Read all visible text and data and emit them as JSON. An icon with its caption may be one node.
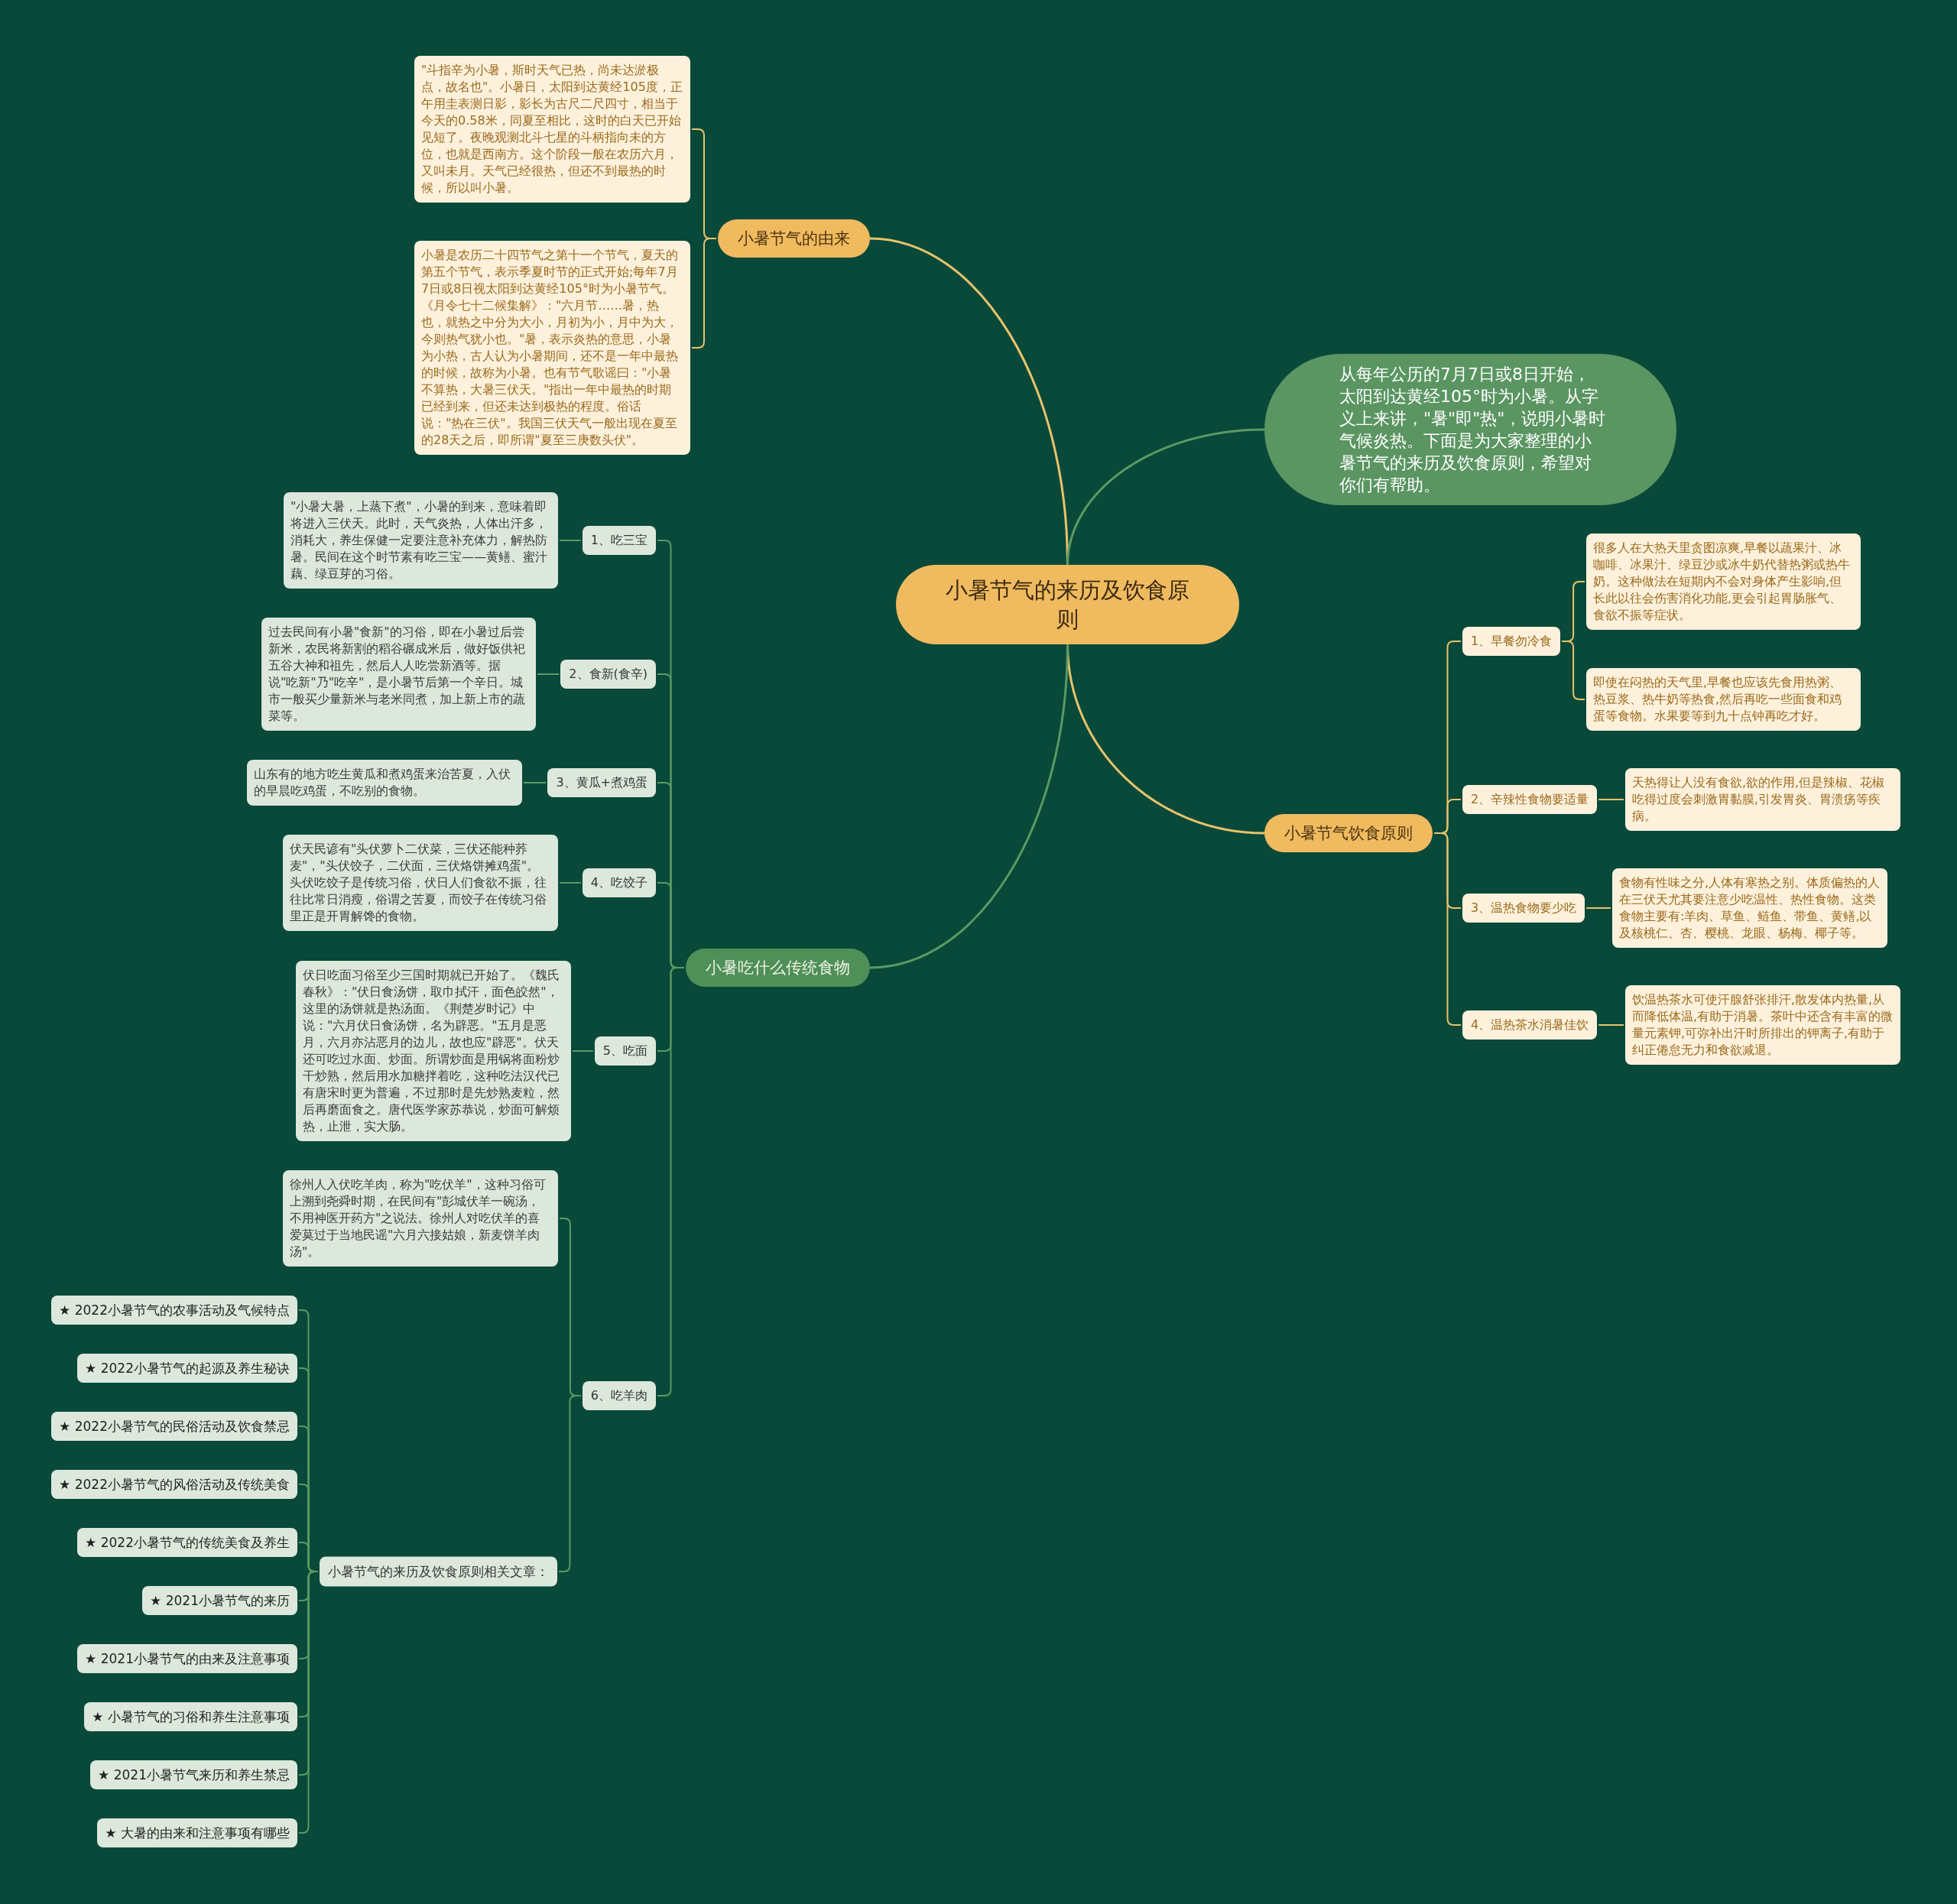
{
  "diagram": {
    "nodes": [
      {
        "text": [
          "小暑节气的来历及饮食原则"
        ]
      },
      {
        "text": [
          "小暑节气的由来"
        ]
      },
      {
        "text": [
          "\"斗指辛为小暑，斯时天气已热，尚未达淤极点，故名也\"。小暑日，太阳到达黄经105度，正午用圭表测日影，影长为古尺二尺四寸，相当于今天的0.58米，同夏至相比，这时的白天已开始见短了。夜晚观测北斗七星的斗柄指向未的方位，也就是西南方。这个阶段一般在农历六月，又叫未月。天气已经很热，但还不到最热的时候，所以叫小暑。"
        ]
      },
      {
        "text": [
          "小暑是农历二十四节气之第十一个节气，夏天的第五个节气，表示季夏时节的正式开始;每年7月7日或8日视太阳到达黄经105°时为小暑节气。《月令七十二候集解》：\"六月节……暑，热也，就热之中分为大小，月初为小，月中为大，今则热气犹小也。\"暑，表示炎热的意思，小暑为小热，古人认为小暑期间，还不是一年中最热的时候，故称为小暑。也有节气歌谣曰：\"小暑不算热，大暑三伏天。\"指出一年中最热的时期已经到来，但还未达到极热的程度。俗话说：\"热在三伏\"。我国三伏天气一般出现在夏至的28天之后，即所谓\"夏至三庚数头伏\"。"
        ]
      },
      {
        "text": [
          "从每年公历的7月7日或8日开始，太阳到达黄经105°时为小暑。从字义上来讲，\"暑\"即\"热\"，说明小暑时气候炎热。下面是为大家整理的小暑节气的来历及饮食原则，希望对你们有帮助。"
        ]
      },
      {
        "text": [
          "小暑节气饮食原则"
        ]
      },
      {
        "text": [
          "1、早餐勿冷食"
        ]
      },
      {
        "text": [
          "很多人在大热天里贪图凉爽,早餐以蔬果汁、冰咖啡、冰果汁、绿豆沙或冰牛奶代替热粥或热牛奶。这种做法在短期内不会对身体产生影响,但长此以往会伤害消化功能,更会引起胃肠胀气、食欲不振等症状。"
        ]
      },
      {
        "text": [
          "即使在闷热的天气里,早餐也应该先食用热粥、热豆浆、热牛奶等热食,然后再吃一些面食和鸡蛋等食物。水果要等到九十点钟再吃才好。"
        ]
      },
      {
        "text": [
          "2、辛辣性食物要适量"
        ]
      },
      {
        "text": [
          "天热得让人没有食欲,欲的作用,但是辣椒、花椒吃得过度会刺激胃黏膜,引发胃炎、胃溃疡等疾病。"
        ]
      },
      {
        "text": [
          "3、温热食物要少吃"
        ]
      },
      {
        "text": [
          "食物有性味之分,人体有寒热之别。体质偏热的人在三伏天尤其要注意少吃温性、热性食物。这类食物主要有:羊肉、草鱼、鲢鱼、带鱼、黄鳝,以及核桃仁、杏、樱桃、龙眼、杨梅、椰子等。"
        ]
      },
      {
        "text": [
          "4、温热茶水消暑佳饮"
        ]
      },
      {
        "text": [
          "饮温热茶水可使汗腺舒张排汗,散发体内热量,从而降低体温,有助于消暑。茶叶中还含有丰富的微量元素钾,可弥补出汗时所排出的钾离子,有助于纠正倦怠无力和食欲减退。"
        ]
      },
      {
        "text": [
          "小暑吃什么传统食物"
        ]
      },
      {
        "text": [
          "1、吃三宝"
        ]
      },
      {
        "text": [
          "\"小暑大暑，上蒸下煮\"，小暑的到来，意味着即将进入三伏天。此时，天气炎热，人体出汗多，消耗大，养生保健一定要注意补充体力，解热防暑。民间在这个时节素有吃三宝——黄鳝、蜜汁藕、绿豆芽的习俗。"
        ]
      },
      {
        "text": [
          "2、食新(食辛)"
        ]
      },
      {
        "text": [
          "过去民间有小暑\"食新\"的习俗，即在小暑过后尝新米，农民将新割的稻谷碾成米后，做好饭供祀五谷大神和祖先，然后人人吃尝新酒等。据说\"吃新\"乃\"吃辛\"，是小暑节后第一个辛日。城市一般买少量新米与老米同煮，加上新上市的蔬菜等。"
        ]
      },
      {
        "text": [
          "3、黄瓜+煮鸡蛋"
        ]
      },
      {
        "text": [
          "山东有的地方吃生黄瓜和煮鸡蛋来治苦夏，入伏的早晨吃鸡蛋，不吃别的食物。"
        ]
      },
      {
        "text": [
          "4、吃饺子"
        ]
      },
      {
        "text": [
          "伏天民谚有\"头伏萝卜二伏菜，三伏还能种荞麦\"，\"头伏饺子，二伏面，三伏烙饼摊鸡蛋\"。头伏吃饺子是传统习俗，伏日人们食欲不振，往往比常日消瘦，俗谓之苦夏，而饺子在传统习俗里正是开胃解馋的食物。"
        ]
      },
      {
        "text": [
          "5、吃面"
        ]
      },
      {
        "text": [
          "伏日吃面习俗至少三国时期就已开始了。《魏氏春秋》：\"伏日食汤饼，取巾拭汗，面色皎然\"，这里的汤饼就是热汤面。《荆楚岁时记》中说：\"六月伏日食汤饼，名为辟恶。\"五月是恶月，六月亦沾恶月的边儿，故也应\"辟恶\"。伏天还可吃过水面、炒面。所谓炒面是用锅将面粉炒干炒熟，然后用水加糖拌着吃，这种吃法汉代已有唐宋时更为普遍，不过那时是先炒熟麦粒，然后再磨面食之。唐代医学家苏恭说，炒面可解烦热，止泄，实大肠。"
        ]
      },
      {
        "text": [
          "6、吃羊肉"
        ]
      },
      {
        "text": [
          "徐州人入伏吃羊肉，称为\"吃伏羊\"，这种习俗可上溯到尧舜时期，在民间有\"彭城伏羊一碗汤，不用神医开药方\"之说法。徐州人对吃伏羊的喜爱莫过于当地民谣\"六月六接姑娘，新麦饼羊肉汤\"。"
        ]
      },
      {
        "text": [
          "小暑节气的来历及饮食原则相关文章："
        ]
      },
      {
        "text": [
          "★ 2022小暑节气的农事活动及气候特点"
        ]
      },
      {
        "text": [
          "★ 2022小暑节气的起源及养生秘诀"
        ]
      },
      {
        "text": [
          "★ 2022小暑节气的民俗活动及饮食禁忌"
        ]
      },
      {
        "text": [
          "★ 2022小暑节气的风俗活动及传统美食"
        ]
      },
      {
        "text": [
          "★ 2022小暑节气的传统美食及养生"
        ]
      },
      {
        "text": [
          "★ 2021小暑节气的来历"
        ]
      },
      {
        "text": [
          "★ 2021小暑节气的由来及注意事项"
        ]
      },
      {
        "text": [
          "★ 小暑节气的习俗和养生注意事项"
        ]
      },
      {
        "text": [
          "★ 2021小暑节气来历和养生禁忌"
        ]
      },
      {
        "text": [
          "★ 大暑的由来和注意事项有哪些"
        ]
      }
    ],
    "edges": [
      {
        "from": 0,
        "to": 1,
        "arrow": "none",
        "color": "#e8c36b"
      },
      {
        "from": 1,
        "to": 2,
        "arrow": "none",
        "color": "#e8c36b"
      },
      {
        "from": 1,
        "to": 3,
        "arrow": "none",
        "color": "#e8c36b"
      },
      {
        "from": 0,
        "to": 4,
        "arrow": "none"
      },
      {
        "from": 0,
        "to": 5,
        "arrow": "none",
        "color": "#e8c36b"
      },
      {
        "from": 5,
        "to": 6,
        "arrow": "none",
        "color": "#e8c36b"
      },
      {
        "from": 6,
        "to": 7,
        "arrow": "none",
        "color": "#e8c36b"
      },
      {
        "from": 6,
        "to": 8,
        "arrow": "none",
        "color": "#e8c36b"
      },
      {
        "from": 5,
        "to": 9,
        "arrow": "none",
        "color": "#e8c36b"
      },
      {
        "from": 9,
        "to": 10,
        "arrow": "none",
        "color": "#e8c36b"
      },
      {
        "from": 5,
        "to": 11,
        "arrow": "none",
        "color": "#e8c36b"
      },
      {
        "from": 11,
        "to": 12,
        "arrow": "none",
        "color": "#e8c36b"
      },
      {
        "from": 5,
        "to": 13,
        "arrow": "none",
        "color": "#e8c36b"
      },
      {
        "from": 13,
        "to": 14,
        "arrow": "none",
        "color": "#e8c36b"
      },
      {
        "from": 0,
        "to": 15,
        "arrow": "none"
      },
      {
        "from": 15,
        "to": 16,
        "arrow": "none"
      },
      {
        "from": 16,
        "to": 17,
        "arrow": "none"
      },
      {
        "from": 15,
        "to": 18,
        "arrow": "none"
      },
      {
        "from": 18,
        "to": 19,
        "arrow": "none"
      },
      {
        "from": 15,
        "to": 20,
        "arrow": "none"
      },
      {
        "from": 20,
        "to": 21,
        "arrow": "none"
      },
      {
        "from": 15,
        "to": 22,
        "arrow": "none"
      },
      {
        "from": 22,
        "to": 23,
        "arrow": "none"
      },
      {
        "from": 15,
        "to": 24,
        "arrow": "none"
      },
      {
        "from": 24,
        "to": 25,
        "arrow": "none"
      },
      {
        "from": 15,
        "to": 26,
        "arrow": "none"
      },
      {
        "from": 26,
        "to": 27,
        "arrow": "none"
      },
      {
        "from": 26,
        "to": 28,
        "arrow": "none"
      },
      {
        "from": 28,
        "to": 29,
        "arrow": "none"
      },
      {
        "from": 28,
        "to": 30,
        "arrow": "none"
      },
      {
        "from": 28,
        "to": 31,
        "arrow": "none"
      },
      {
        "from": 28,
        "to": 32,
        "arrow": "none"
      },
      {
        "from": 28,
        "to": 33,
        "arrow": "none"
      },
      {
        "from": 28,
        "to": 34,
        "arrow": "none"
      },
      {
        "from": 28,
        "to": 35,
        "arrow": "none"
      },
      {
        "from": 28,
        "to": 36,
        "arrow": "none"
      },
      {
        "from": 28,
        "to": 37,
        "arrow": "none"
      },
      {
        "from": 28,
        "to": 38,
        "arrow": "none"
      }
    ]
  }
}
